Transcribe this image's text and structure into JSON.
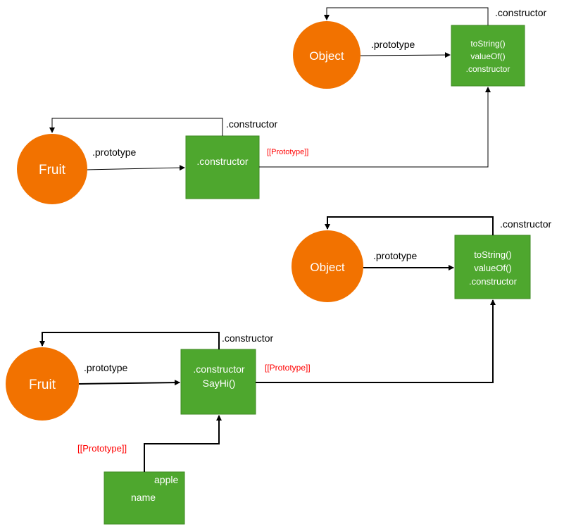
{
  "colors": {
    "circle": "#f27200",
    "box": "#4ea72e",
    "box_border": "#3d8a22",
    "proto_link": "#ff0000",
    "line": "#000000"
  },
  "top": {
    "object_circle": "Object",
    "object_prototype_label": ".prototype",
    "object_box_lines": [
      "toString()",
      "valueOf()",
      ".constructor"
    ],
    "object_constructor_label": ".constructor",
    "fruit_circle": "Fruit",
    "fruit_prototype_label": ".prototype",
    "fruit_box_text": ".constructor",
    "fruit_constructor_label": ".constructor",
    "proto_link_label": "[[Prototype]]"
  },
  "bottom": {
    "object_circle": "Object",
    "object_prototype_label": ".prototype",
    "object_box_lines": [
      "toString()",
      "valueOf()",
      ".constructor"
    ],
    "object_constructor_label": ".constructor",
    "fruit_circle": "Fruit",
    "fruit_prototype_label": ".prototype",
    "fruit_box_lines": [
      ".constructor",
      "SayHi()"
    ],
    "fruit_constructor_label": ".constructor",
    "proto_link_label": "[[Prototype]]",
    "apple_proto_label": "[[Prototype]]",
    "apple_box_title": "apple",
    "apple_box_field": "name"
  }
}
